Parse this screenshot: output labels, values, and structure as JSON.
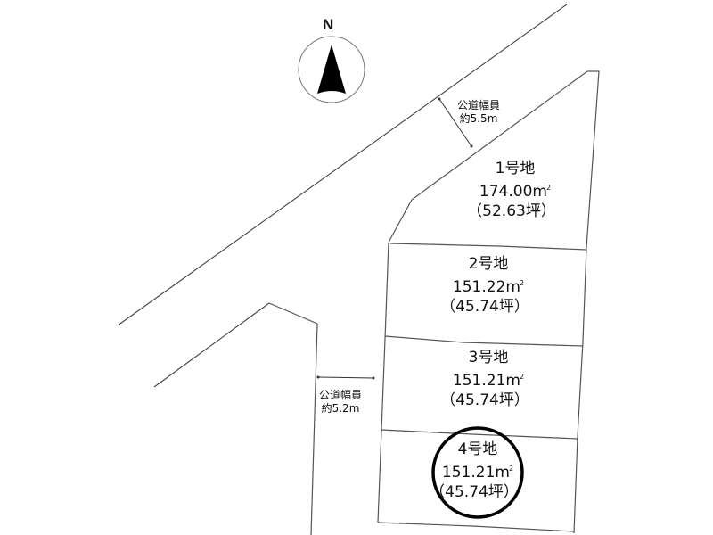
{
  "compass": {
    "label": "N",
    "icon": "north-arrow-icon"
  },
  "roads": [
    {
      "id": "north-road",
      "label_line1": "公道幅員",
      "label_line2": "約5.5m"
    },
    {
      "id": "west-road",
      "label_line1": "公道幅員",
      "label_line2": "約5.2m"
    }
  ],
  "lots": [
    {
      "id": "lot-1",
      "name": "1号地",
      "area": "174.00",
      "area_unit": "m",
      "area_sup": "2",
      "tsubo": "（52.63坪）",
      "highlighted": false
    },
    {
      "id": "lot-2",
      "name": "2号地",
      "area": "151.22",
      "area_unit": "m",
      "area_sup": "2",
      "tsubo": "（45.74坪）",
      "highlighted": false
    },
    {
      "id": "lot-3",
      "name": "3号地",
      "area": "151.21",
      "area_unit": "m",
      "area_sup": "2",
      "tsubo": "（45.74坪）",
      "highlighted": false
    },
    {
      "id": "lot-4",
      "name": "4号地",
      "area": "151.21",
      "area_unit": "m",
      "area_sup": "2",
      "tsubo": "（45.74坪）",
      "highlighted": true
    }
  ],
  "colors": {
    "line": "#555555",
    "highlight_circle": "#000000",
    "background": "#ffffff"
  }
}
